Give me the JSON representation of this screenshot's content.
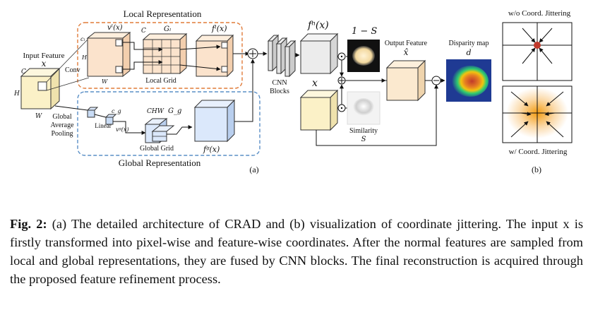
{
  "figure": {
    "local_title": "Local Representation",
    "global_title": "Global Representation",
    "input_label": "Input Feature",
    "input_var": "x",
    "input_c": "C",
    "input_h": "H",
    "input_w": "W",
    "conv": "Conv",
    "local_feat": "vˡ(x)",
    "local_c": "cₗ",
    "local_h": "H",
    "local_w": "W",
    "local_grid_c": "C",
    "local_grid_g": "Gₗ",
    "local_grid": "Local Grid",
    "local_out": "fˡ(x)",
    "gap": [
      "Global",
      "Average",
      "Pooling"
    ],
    "linear": "Linear",
    "global_c": "c_g",
    "global_feat": "vᵍ(x)",
    "global_grid_chw": "CHW",
    "global_grid_g": "G_g",
    "global_grid": "Global Grid",
    "global_out": "fᵍ(x)",
    "plus": "+",
    "cnn": [
      "CNN",
      "Blocks"
    ],
    "fn": "fⁿ(x)",
    "one_minus_s": "1 − S",
    "x2": "x",
    "similarity": "Similarity",
    "s": "S",
    "output_feature": "Output Feature",
    "xhat": "x̂",
    "disparity": "Disparity map",
    "d": "d",
    "panel_a": "(a)",
    "wo_jitter": "w/o Coord. Jittering",
    "w_jitter": "w/ Coord. Jittering",
    "panel_b": "(b)"
  },
  "caption": {
    "label": "Fig. 2:",
    "text": "(a) The detailed architecture of CRAD and (b) visualization of coordinate jittering. The input x is firstly transformed into pixel-wise and feature-wise coordinates. After the normal features are sampled from local and global representations, they are fused by CNN blocks. The final reconstruction is acquired through the proposed feature refinement process."
  },
  "colors": {
    "local_border": "#e07b39",
    "global_border": "#5a8fc6",
    "input_face": "#fbf1c7",
    "local_face": "#fbe3cc",
    "global_face": "#dbe8fb",
    "disparity_red": "#c0392b"
  }
}
